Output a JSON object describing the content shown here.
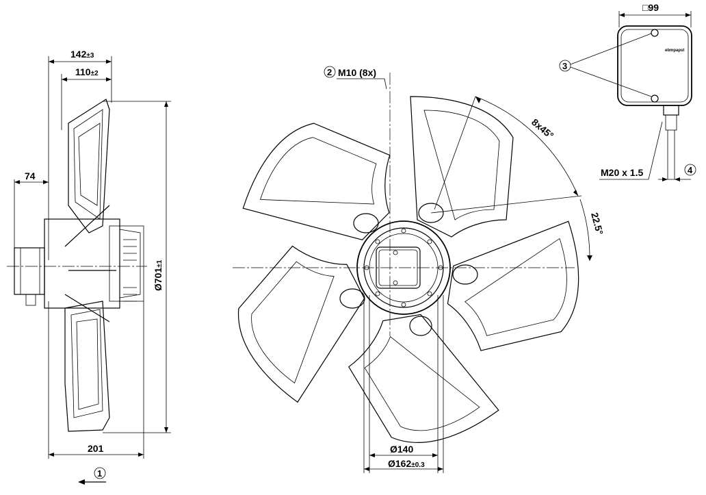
{
  "drawing": {
    "dimensions": {
      "overall_depth": "142",
      "overall_depth_tol": "±3",
      "blade_depth": "110",
      "blade_depth_tol": "±2",
      "motor_offset": "74",
      "diameter": "Ø701",
      "diameter_tol": "±1",
      "base_width": "201",
      "hub_inner": "Ø140",
      "hub_outer": "Ø162",
      "hub_outer_tol": "±0.3",
      "screw": "M10 (8x)",
      "angle_pitch": "8x45°",
      "angle_offset": "22.5°",
      "box_size": "□99",
      "gland": "M20 x 1.5"
    },
    "callouts": {
      "c1": "1",
      "c2": "2",
      "c3": "3",
      "c4": "4"
    },
    "logo_text": "ebmpapst"
  }
}
